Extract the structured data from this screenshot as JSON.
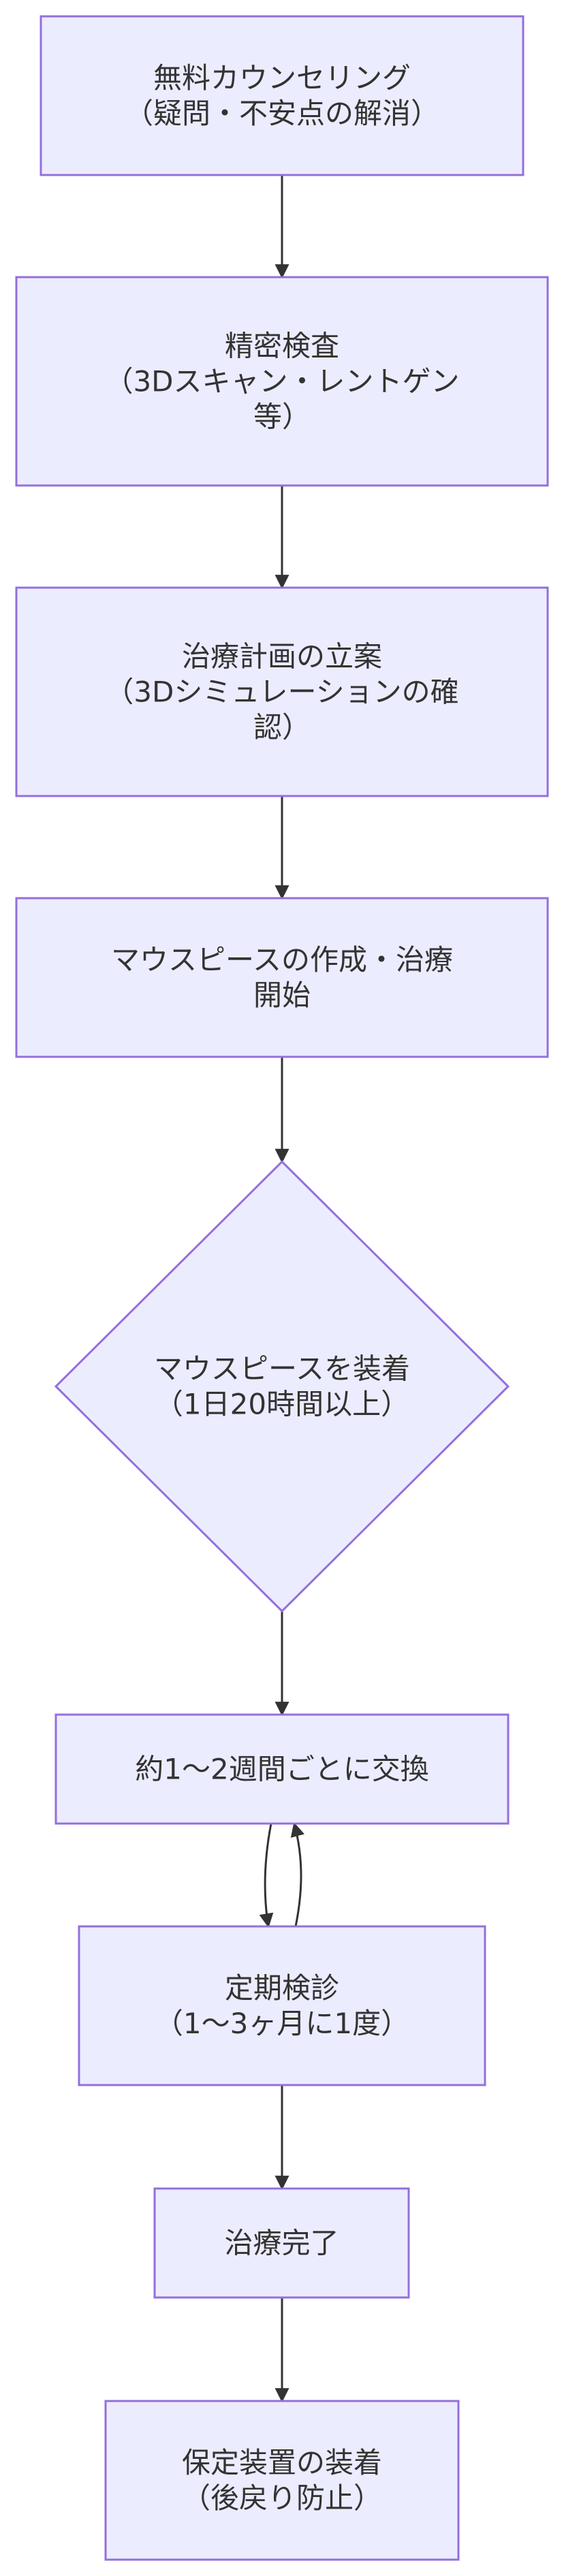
{
  "colors": {
    "node_fill": "#ececff",
    "node_stroke": "#9370db",
    "edge": "#333333",
    "text": "#333333"
  },
  "nodes": [
    {
      "id": "counseling",
      "lines": [
        "無料カウンセリング",
        "（疑問・不安点の解消）"
      ]
    },
    {
      "id": "exam",
      "lines": [
        "精密検査",
        "（3Dスキャン・レントゲン",
        "等）"
      ]
    },
    {
      "id": "plan",
      "lines": [
        "治療計画の立案",
        "（3Dシミュレーションの確",
        "認）"
      ]
    },
    {
      "id": "start",
      "lines": [
        "マウスピースの作成・治療",
        "開始"
      ]
    },
    {
      "id": "wear",
      "lines": [
        "マウスピースを装着",
        "（1日20時間以上）"
      ]
    },
    {
      "id": "exchange",
      "lines": [
        "約1〜2週間ごとに交換"
      ]
    },
    {
      "id": "checkup",
      "lines": [
        "定期検診",
        "（1〜3ヶ月に1度）"
      ]
    },
    {
      "id": "complete",
      "lines": [
        "治療完了"
      ]
    },
    {
      "id": "retainer",
      "lines": [
        "保定装置の装着",
        "（後戻り防止）"
      ]
    }
  ],
  "edges": [
    {
      "from": "counseling",
      "to": "exam"
    },
    {
      "from": "exam",
      "to": "plan"
    },
    {
      "from": "plan",
      "to": "start"
    },
    {
      "from": "start",
      "to": "wear"
    },
    {
      "from": "wear",
      "to": "exchange"
    },
    {
      "from": "exchange",
      "to": "checkup"
    },
    {
      "from": "checkup",
      "to": "exchange"
    },
    {
      "from": "checkup",
      "to": "complete"
    },
    {
      "from": "complete",
      "to": "retainer"
    }
  ]
}
